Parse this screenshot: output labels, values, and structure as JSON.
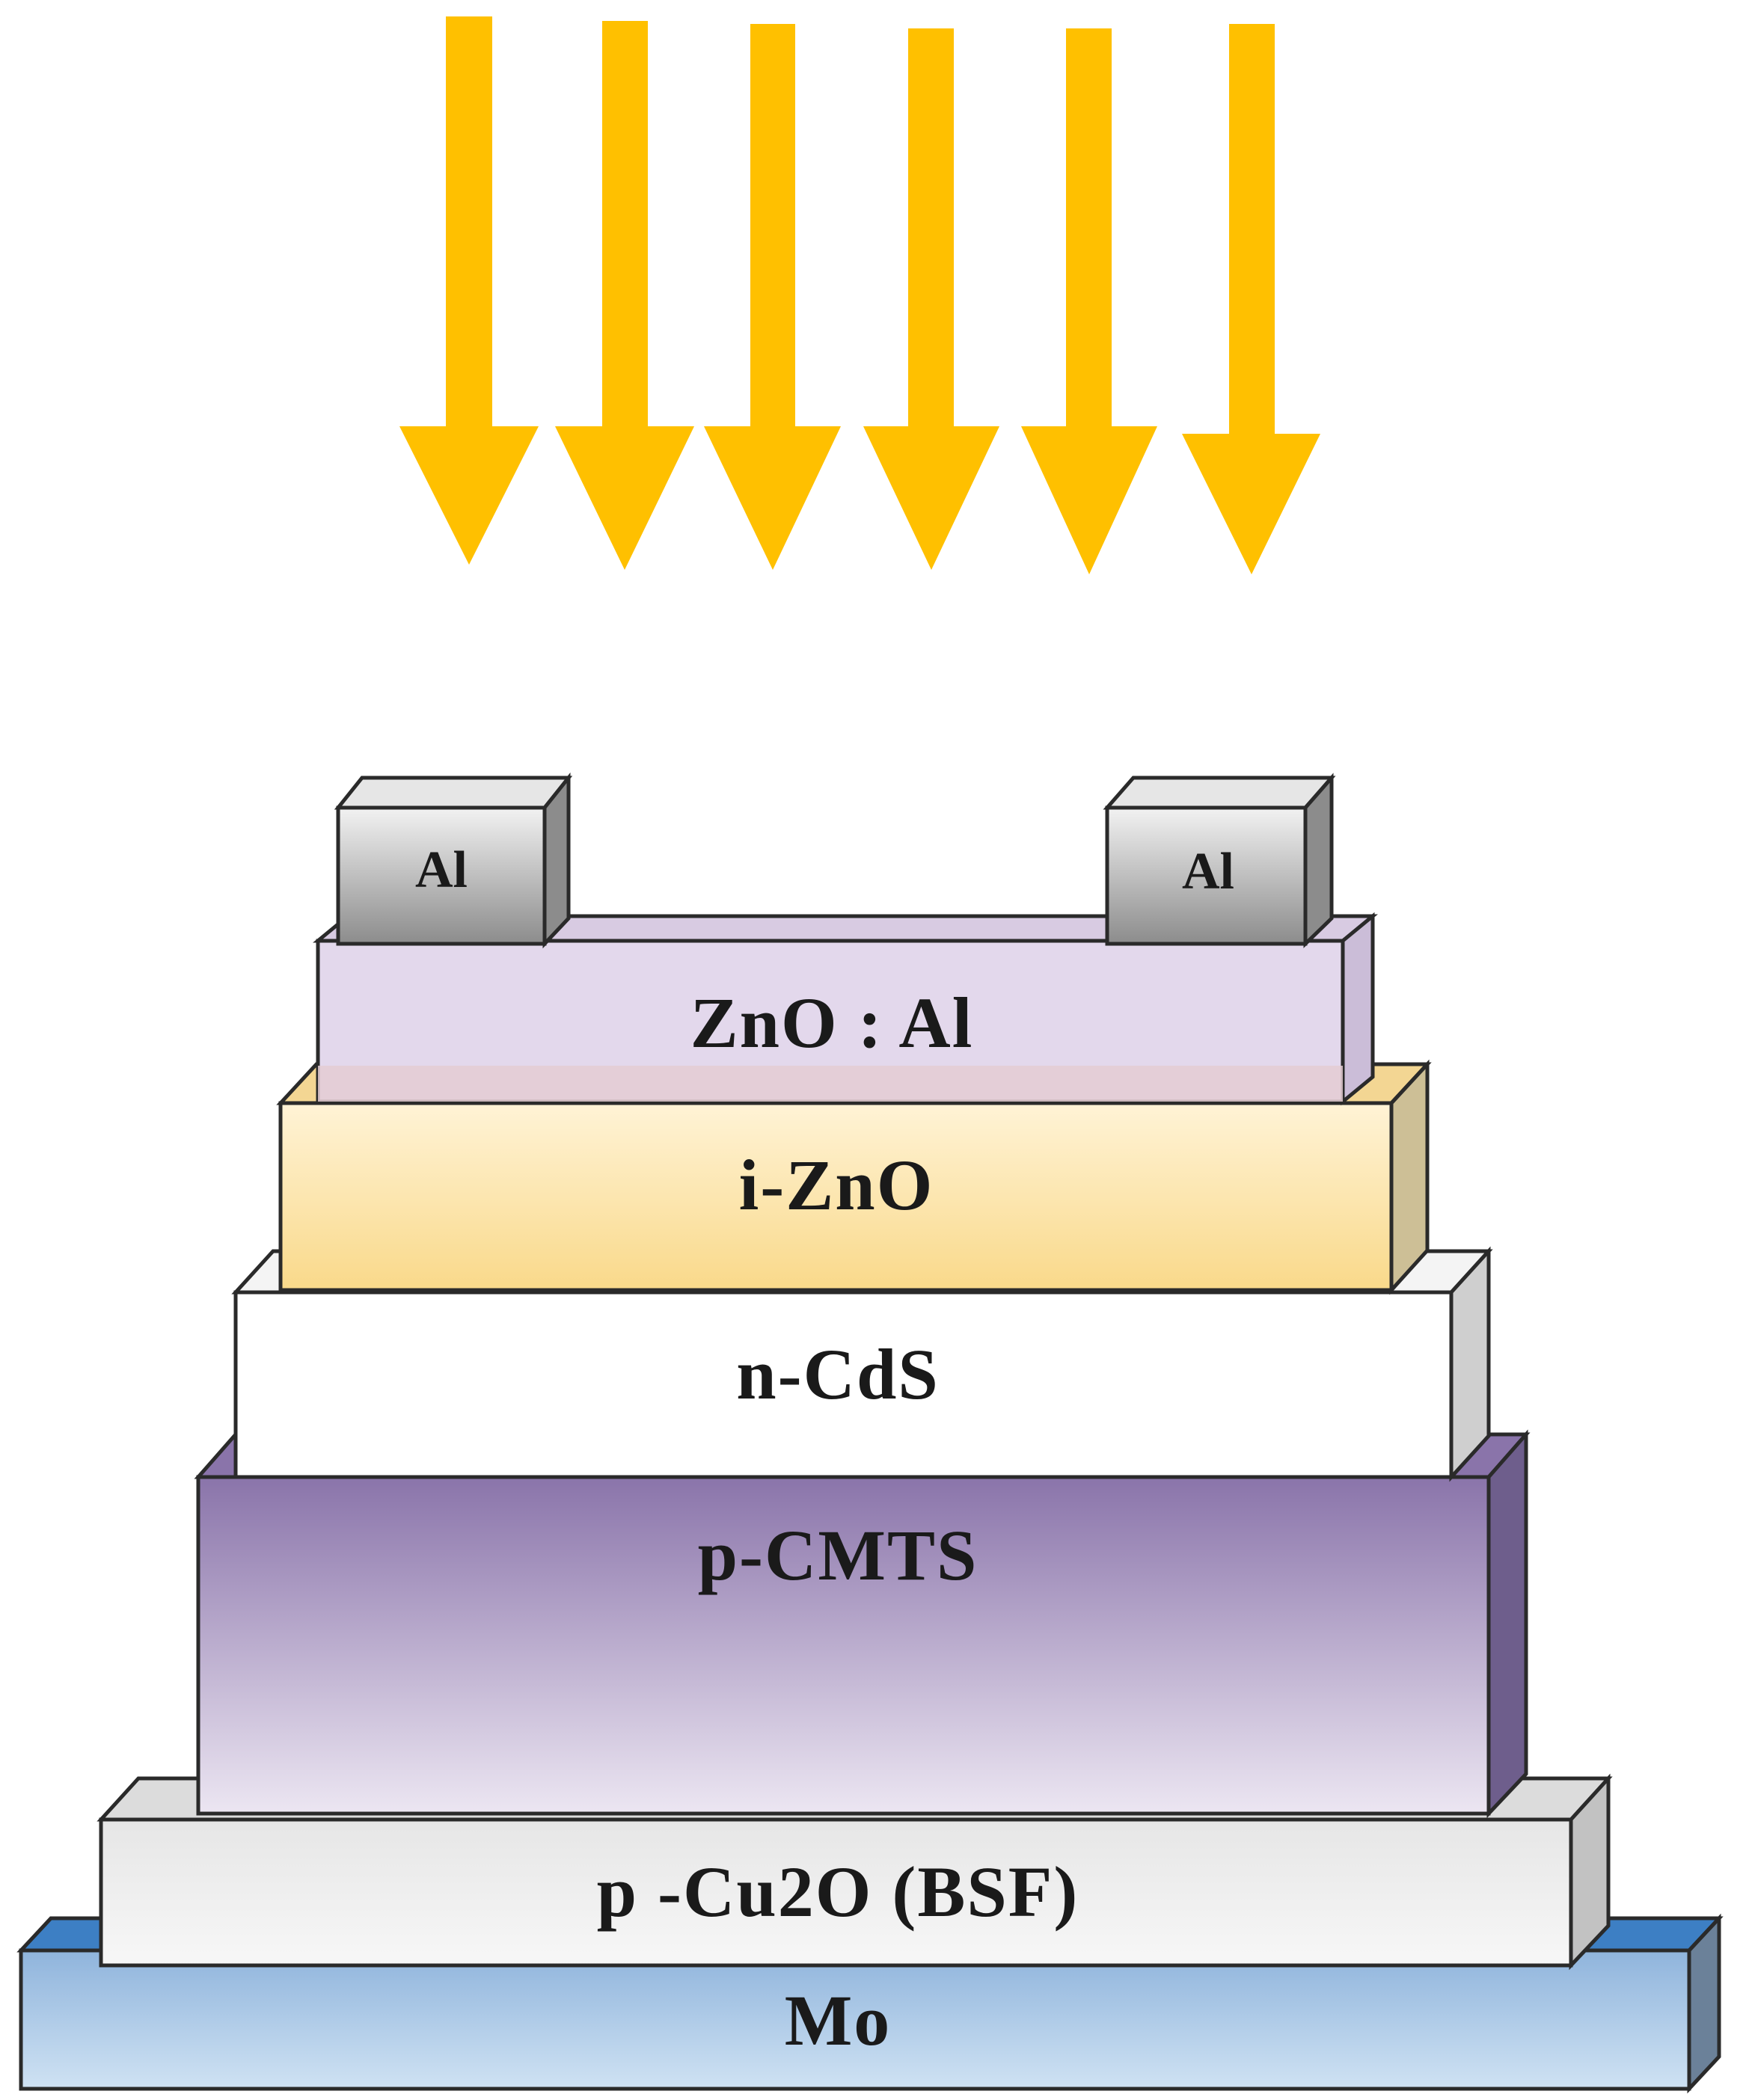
{
  "colors": {
    "arrow": "#FFC000",
    "edge": "#2a2a2a"
  },
  "light_arrows": {
    "count": 6,
    "icon": "down-arrow-icon"
  },
  "contacts": [
    {
      "id": "left",
      "label": "Al",
      "color": "#b5b5b5"
    },
    {
      "id": "right",
      "label": "Al",
      "color": "#b5b5b5"
    }
  ],
  "layers": [
    {
      "id": "zno-al",
      "label": "ZnO : Al",
      "color_top": "#e3d8ec",
      "color_bottom": "#e3d8ec"
    },
    {
      "id": "i-zno",
      "label": "i-ZnO",
      "color_top": "#fff3d6",
      "color_bottom": "#f9d98a"
    },
    {
      "id": "n-cds",
      "label": "n-CdS",
      "color_top": "#ffffff",
      "color_bottom": "#ffffff"
    },
    {
      "id": "p-cmts",
      "label": "p-CMTS",
      "color_top": "#8a74aa",
      "color_bottom": "#ece6f2"
    },
    {
      "id": "p-cu2o",
      "label": "p -Cu2O (BSF)",
      "color_top": "#e6e6e6",
      "color_bottom": "#f7f7f7"
    },
    {
      "id": "mo",
      "label": "Mo",
      "color_top": "#8fb4dc",
      "color_bottom": "#cfe2f3"
    }
  ]
}
